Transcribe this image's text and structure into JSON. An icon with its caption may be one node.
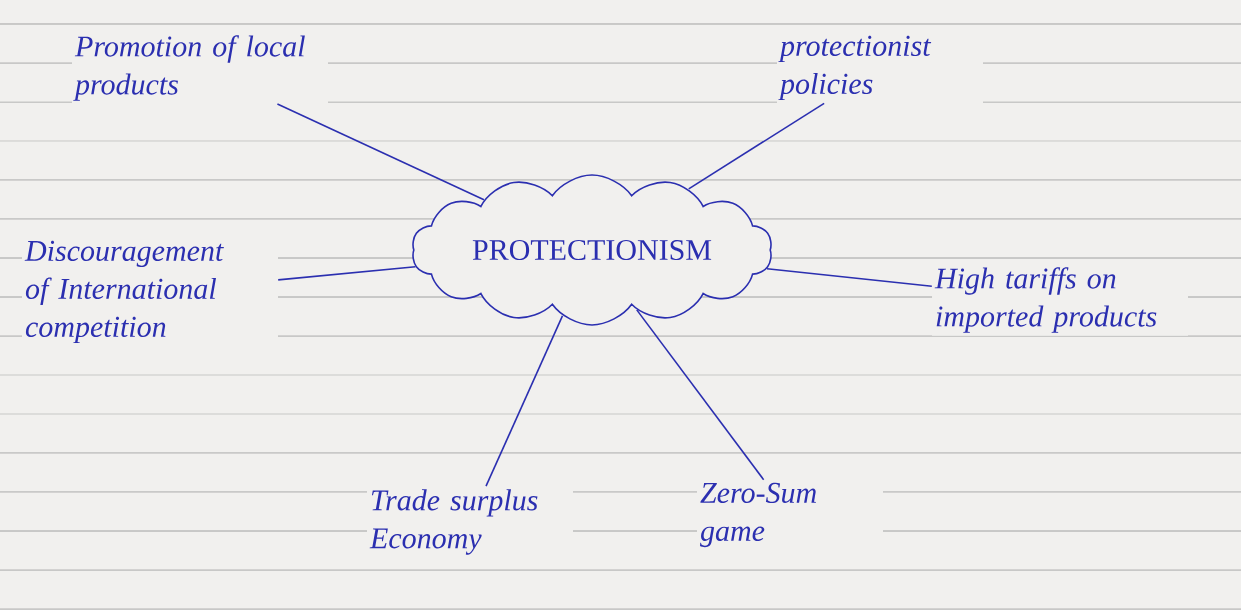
{
  "diagram": {
    "nodes": [
      {
        "text": [
          "PROTECTIONISM"
        ]
      },
      {
        "text": [
          "Promotion of local products"
        ]
      },
      {
        "text": [
          "protectionist policies"
        ]
      },
      {
        "text": [
          "Discouragement of International competition"
        ]
      },
      {
        "text": [
          "High tariffs on imported products"
        ]
      },
      {
        "text": [
          "Trade surplus Economy"
        ]
      },
      {
        "text": [
          "Zero-Sum game"
        ]
      }
    ],
    "edges": [
      {
        "from": 0,
        "to": 1,
        "arrow": "none"
      },
      {
        "from": 0,
        "to": 2,
        "arrow": "none"
      },
      {
        "from": 0,
        "to": 3,
        "arrow": "none"
      },
      {
        "from": 0,
        "to": 4,
        "arrow": "none"
      },
      {
        "from": 0,
        "to": 5,
        "arrow": "none"
      },
      {
        "from": 0,
        "to": 6,
        "arrow": "none"
      }
    ]
  }
}
